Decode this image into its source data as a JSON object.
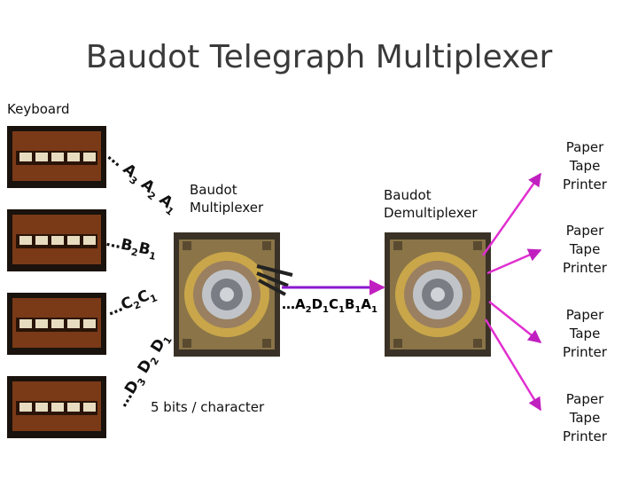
{
  "title": "Baudot Telegraph Multiplexer",
  "keyboard_label": "Keyboard",
  "multiplexer_label": "Baudot Multiplexer",
  "demultiplexer_label": "Baudot Demultiplexer",
  "stream_label": "…A2D1C1B1A1",
  "bits_label": "5 bits / character",
  "printer_label": "Paper Tape Printer",
  "sequences": {
    "a": "… A3 A2 A1",
    "b": "…B2B1",
    "c": "…C2C1",
    "d": "…D3 D2 D1"
  },
  "colors": {
    "arrow": "#c020c0",
    "wood": "#7a3a18",
    "keys": "#e8dcc0",
    "brass": "#c9a64a"
  }
}
